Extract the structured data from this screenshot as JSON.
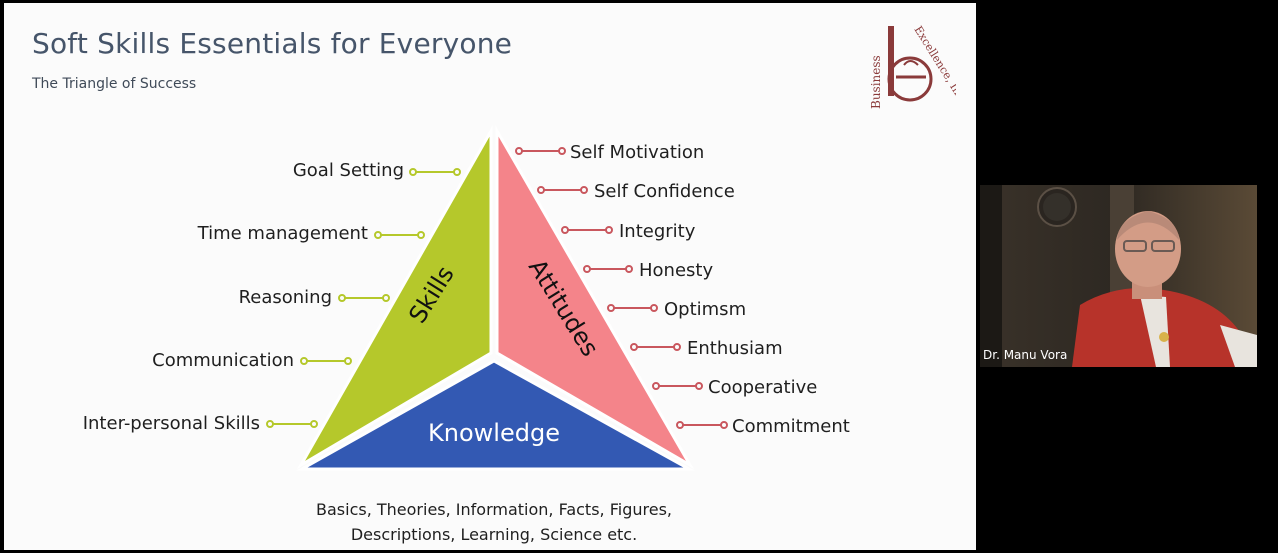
{
  "slide": {
    "title": "Soft Skills Essentials for Everyone",
    "subtitle": "The Triangle of Success",
    "logo_words": [
      "Business",
      "Excellence, Inc."
    ],
    "skills_label": "Skills",
    "attitudes_label": "Attitudes",
    "knowledge_label": "Knowledge",
    "skills_items": [
      "Goal Setting",
      "Time management",
      "Reasoning",
      "Communication",
      "Inter-personal Skills"
    ],
    "attitudes_items": [
      "Self Motivation",
      "Self Confidence",
      "Integrity",
      "Honesty",
      "Optimsm",
      "Enthusiam",
      "Cooperative",
      "Commitment"
    ],
    "knowledge_line1": "Basics, Theories, Information, Facts, Figures,",
    "knowledge_line2": "Descriptions, Learning, Science etc.",
    "colors": {
      "skills": "#b5c82b",
      "attitudes": "#f4848a",
      "knowledge": "#3359b3",
      "title": "#46556a",
      "logo": "#8a3a3a"
    }
  },
  "participant": {
    "name": "Dr. Manu Vora"
  }
}
